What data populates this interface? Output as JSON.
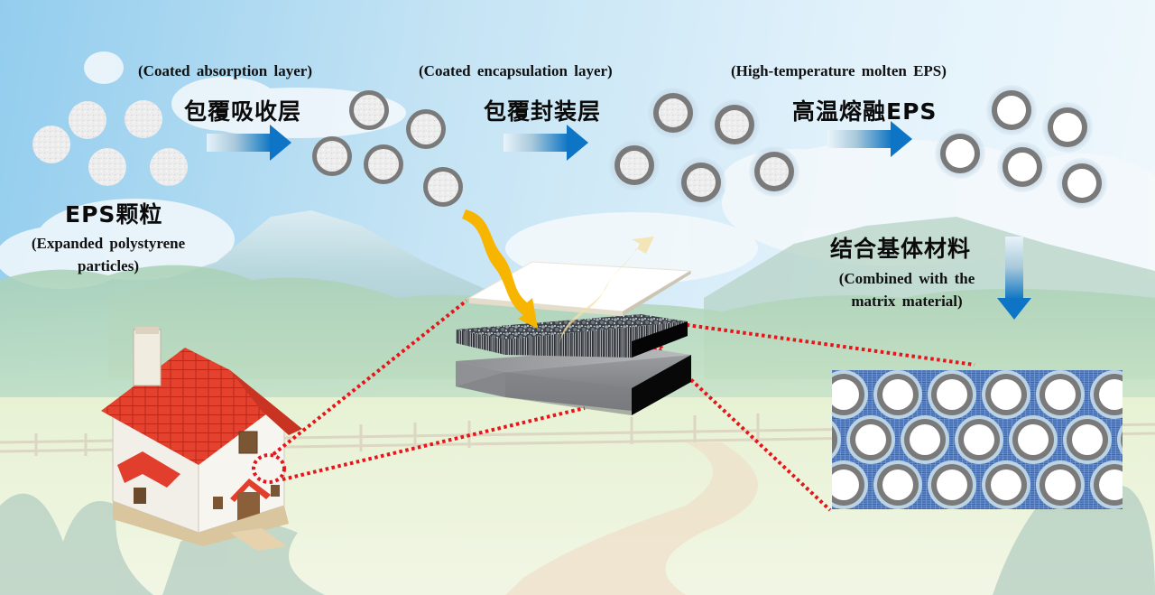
{
  "stages": [
    {
      "id": "eps",
      "label_cn": "EPS颗粒",
      "label_en_lines": [
        "(Expanded polystyrene",
        "particles)"
      ],
      "particle_type": "bare-eps",
      "particle_count": 6
    },
    {
      "id": "absorption",
      "label_cn": "包覆吸收层",
      "label_en": "(Coated absorption layer)",
      "particle_type": "absorption-coated",
      "particle_count": 5
    },
    {
      "id": "encapsulation",
      "label_cn": "包覆封装层",
      "label_en": "(Coated encapsulation layer)",
      "particle_type": "encapsulated",
      "particle_count": 5
    },
    {
      "id": "molten",
      "label_cn": "高温熔融EPS",
      "label_en": "(High-temperature molten EPS)",
      "particle_type": "hollow-shell",
      "particle_count": 5
    },
    {
      "id": "matrix",
      "label_cn": "结合基体材料",
      "label_en_lines": [
        "(Combined with the",
        "matrix material)"
      ],
      "particle_type": "matrix-packed",
      "grid_rows": 3
    }
  ],
  "arrows": [
    {
      "from": "eps",
      "to": "absorption",
      "direction": "right"
    },
    {
      "from": "absorption",
      "to": "encapsulation",
      "direction": "right"
    },
    {
      "from": "encapsulation",
      "to": "molten",
      "direction": "right"
    },
    {
      "from": "molten",
      "to": "matrix",
      "direction": "down"
    }
  ],
  "illustrations": {
    "house": "house-illustration",
    "layered_panel": [
      "top-white-layer",
      "composite-eps-layer",
      "base-substrate-layer"
    ],
    "light_arrows": [
      "incident-light-arrow",
      "reflected-light-arrow"
    ],
    "zoom_callouts": [
      "house-wall-to-panel",
      "panel-to-matrix-microstructure"
    ]
  },
  "colors": {
    "sky_left": "#93cdee",
    "sky_right": "#f1f9fd",
    "arrow_blue": "#0e74c6",
    "shell_gray": "#7a7a7a",
    "halo_blue": "#bcd3e4",
    "matrix_blue": "#3f6db5",
    "callout_red": "#e8141a",
    "light_yellow": "#f7b500",
    "roof_red": "#e0392a"
  }
}
